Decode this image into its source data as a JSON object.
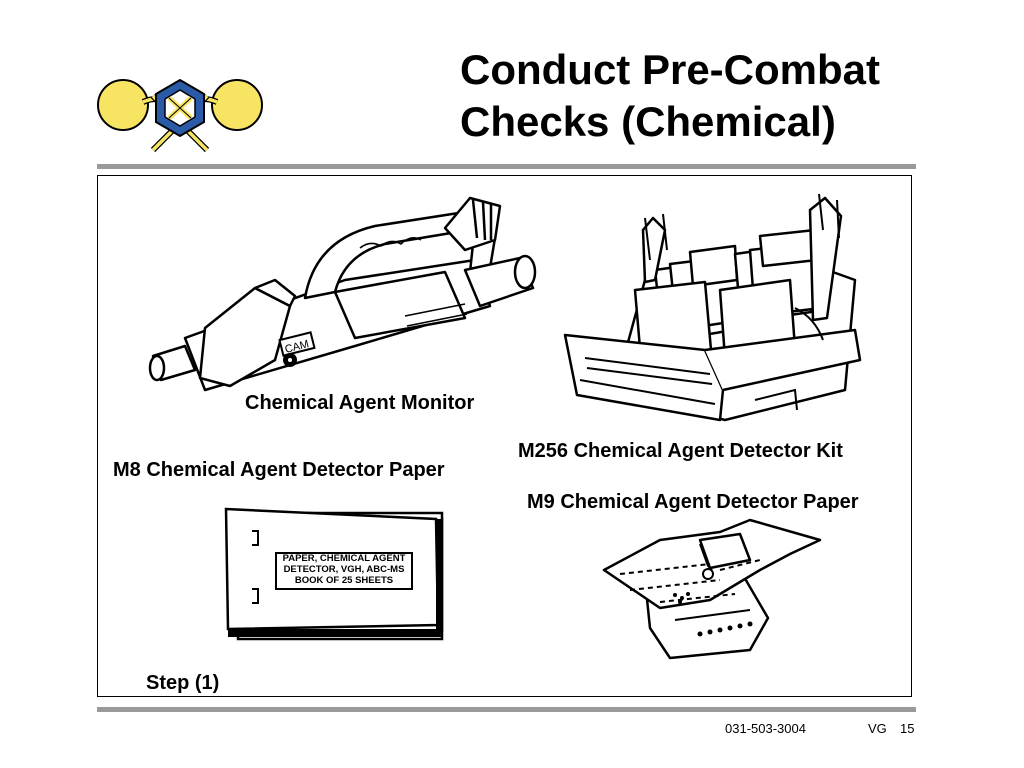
{
  "slide": {
    "title_line1": "Conduct Pre-Combat",
    "title_line2": "Checks (Chemical)"
  },
  "figures": {
    "cam_label": "Chemical Agent Monitor",
    "cam_device_text": "CAM",
    "m256_label": "M256 Chemical Agent Detector Kit",
    "m8_label": "M8 Chemical Agent Detector Paper",
    "m8_book_line1": "PAPER, CHEMICAL AGENT",
    "m8_book_line2": "DETECTOR, VGH, ABC-MS",
    "m8_book_line3": "BOOK OF 25 SHEETS",
    "m9_label": "M9 Chemical Agent Detector Paper"
  },
  "step_label": "Step (1)",
  "footer": {
    "doc_number": "031-503-3004",
    "section": "VG",
    "page_number": "15"
  },
  "colors": {
    "emblem_yellow": "#f7e463",
    "emblem_blue": "#2a5aa8",
    "rule_gray": "#9a9a9a"
  }
}
